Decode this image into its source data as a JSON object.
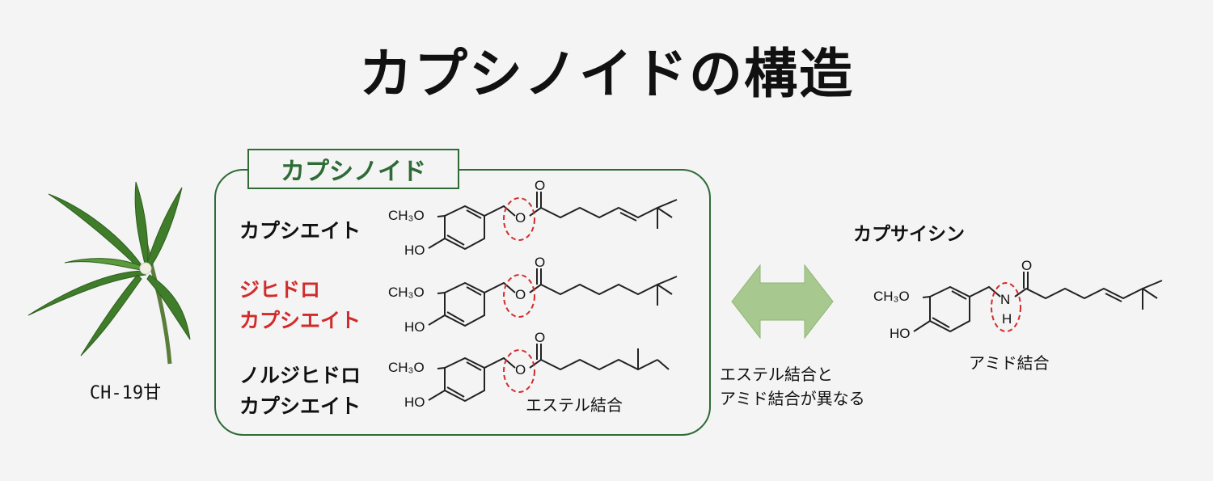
{
  "title": "カプシノイドの構造",
  "plant": {
    "caption": "CH-19甘"
  },
  "capsinoid_box": {
    "label": "カプシノイド",
    "compounds": [
      {
        "name_lines": [
          "カプシエイト"
        ],
        "color": "#111111"
      },
      {
        "name_lines": [
          "ジヒドロ",
          "カプシエイト"
        ],
        "color": "#d22b2b"
      },
      {
        "name_lines": [
          "ノルジヒドロ",
          "カプシエイト"
        ],
        "color": "#111111"
      }
    ],
    "bond_caption": "エステル結合"
  },
  "atoms": {
    "ch3o": "CH₃O",
    "ho": "HO",
    "o": "O",
    "n": "N",
    "h": "H"
  },
  "comparison_note": [
    "エステル結合と",
    "アミド結合が異なる"
  ],
  "capsaicin": {
    "name": "カプサイシン",
    "bond_caption": "アミド結合"
  },
  "colors": {
    "box_green": "#2e6b36",
    "arrow_green": "#a7c98f",
    "highlight_red": "#d22b2b"
  }
}
